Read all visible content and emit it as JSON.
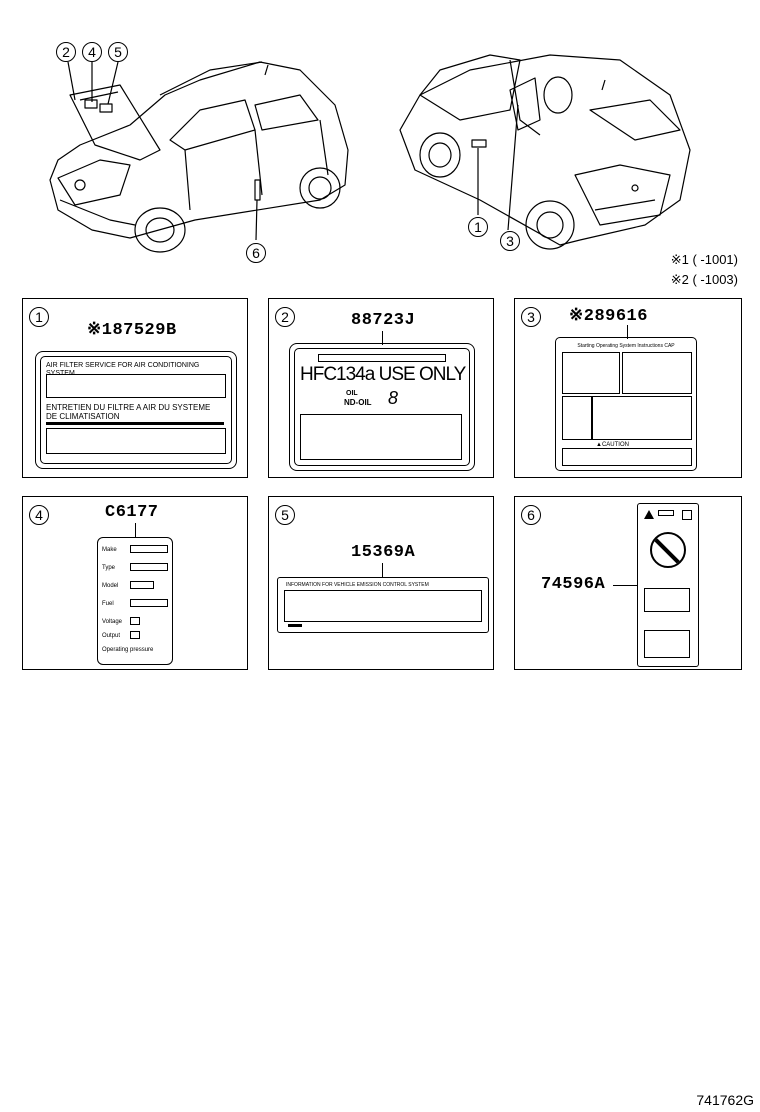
{
  "top_callouts": [
    "2",
    "4",
    "5",
    "6",
    "1",
    "3"
  ],
  "footnotes": [
    "※1 (      -1001)",
    "※2 (      -1003)"
  ],
  "panels": [
    {
      "index": "1",
      "part": "※187529B",
      "line1": "AIR FILTER SERVICE FOR AIR CONDITIONING SYSTEM",
      "line2": "ENTRETIEN DU FILTRE A AIR DU SYSTEME",
      "line3": "DE CLIMATISATION"
    },
    {
      "index": "2",
      "part": "88723J",
      "refrigerant": "HFC134a USE ONLY",
      "oil_a": "OIL",
      "oil_b": "ND-OIL",
      "oil_n": "8"
    },
    {
      "index": "3",
      "part": "※289616",
      "header": "Starting Operating System Instructions CAP",
      "caution": "▲CAUTION"
    },
    {
      "index": "4",
      "part": "C6177",
      "rows": [
        "Make",
        "Type",
        "Model",
        "Fuel",
        "Voltage",
        "Output",
        "Operating pressure"
      ]
    },
    {
      "index": "5",
      "part": "15369A",
      "header": "INFORMATION FOR VEHICLE EMISSION CONTROL SYSTEM"
    },
    {
      "index": "6",
      "part": "74596A"
    }
  ],
  "diagram_code": "741762G"
}
